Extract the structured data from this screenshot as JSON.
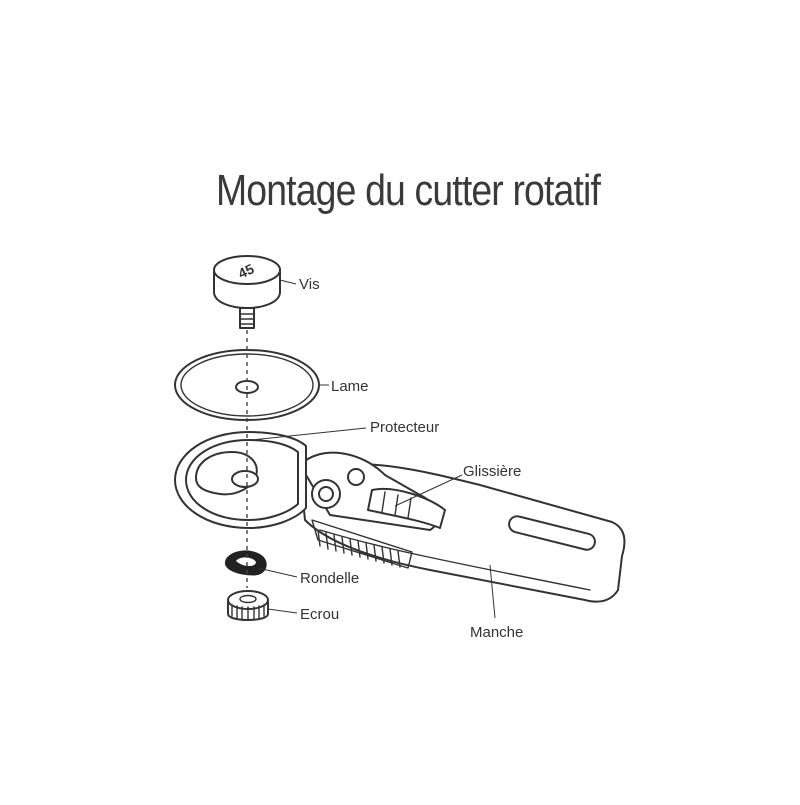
{
  "title": "Montage du cutter rotatif",
  "labels": {
    "vis": "Vis",
    "lame": "Lame",
    "protecteur": "Protecteur",
    "glissiere": "Glissière",
    "rondelle": "Rondelle",
    "ecrou": "Ecrou",
    "manche": "Manche"
  },
  "screw_marking": "45",
  "colors": {
    "ink": "#333333",
    "background": "#ffffff"
  }
}
